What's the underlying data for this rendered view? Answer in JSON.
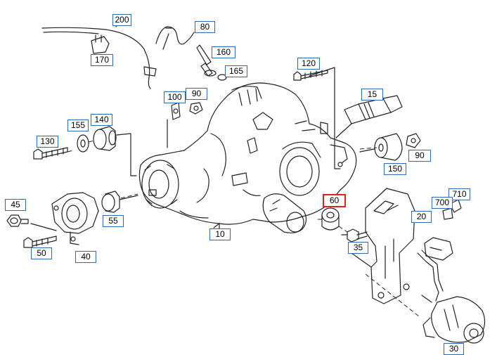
{
  "diagram": {
    "callouts": [
      {
        "id": "200",
        "label": "200"
      },
      {
        "id": "80",
        "label": "80"
      },
      {
        "id": "160",
        "label": "160"
      },
      {
        "id": "165",
        "label": "165"
      },
      {
        "id": "170",
        "label": "170"
      },
      {
        "id": "120",
        "label": "120"
      },
      {
        "id": "100",
        "label": "100"
      },
      {
        "id": "90a",
        "label": "90"
      },
      {
        "id": "15",
        "label": "15"
      },
      {
        "id": "140",
        "label": "140"
      },
      {
        "id": "155",
        "label": "155"
      },
      {
        "id": "130",
        "label": "130"
      },
      {
        "id": "90b",
        "label": "90"
      },
      {
        "id": "150",
        "label": "150"
      },
      {
        "id": "60",
        "label": "60",
        "selected": true
      },
      {
        "id": "710",
        "label": "710"
      },
      {
        "id": "700",
        "label": "700"
      },
      {
        "id": "20",
        "label": "20"
      },
      {
        "id": "45",
        "label": "45"
      },
      {
        "id": "55",
        "label": "55"
      },
      {
        "id": "10",
        "label": "10"
      },
      {
        "id": "35",
        "label": "35"
      },
      {
        "id": "50",
        "label": "50"
      },
      {
        "id": "40",
        "label": "40"
      },
      {
        "id": "30",
        "label": "30"
      }
    ],
    "colors": {
      "callout_border": "#2b6cb0",
      "selected_border": "#e02020",
      "line_art": "#222222"
    }
  }
}
